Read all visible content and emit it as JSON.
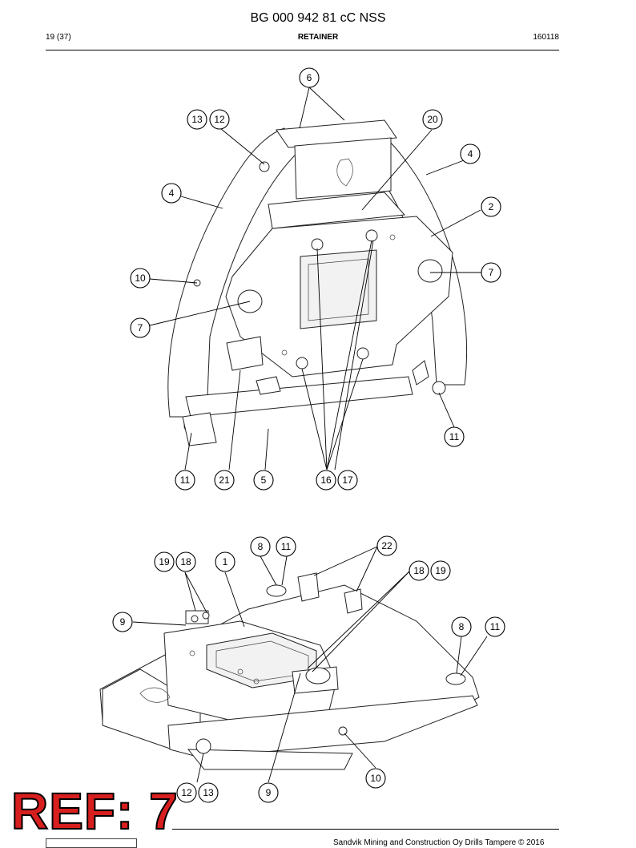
{
  "header": {
    "doc_title": "BG 000 942 81 cC NSS",
    "page": "19 (37)",
    "section": "RETAINER",
    "date_code": "160118"
  },
  "upper_callouts": [
    "6",
    "13",
    "12",
    "20",
    "4",
    "4",
    "2",
    "10",
    "7",
    "7",
    "11",
    "11",
    "21",
    "5",
    "16",
    "17"
  ],
  "lower_callouts": [
    "8",
    "11",
    "22",
    "19",
    "18",
    "1",
    "18",
    "19",
    "9",
    "8",
    "11",
    "10",
    "12",
    "13",
    "9"
  ],
  "reference": "REF: 7",
  "footer": {
    "copyright": "Sandvik Mining and Construction Oy Drills Tampere © 2016"
  }
}
